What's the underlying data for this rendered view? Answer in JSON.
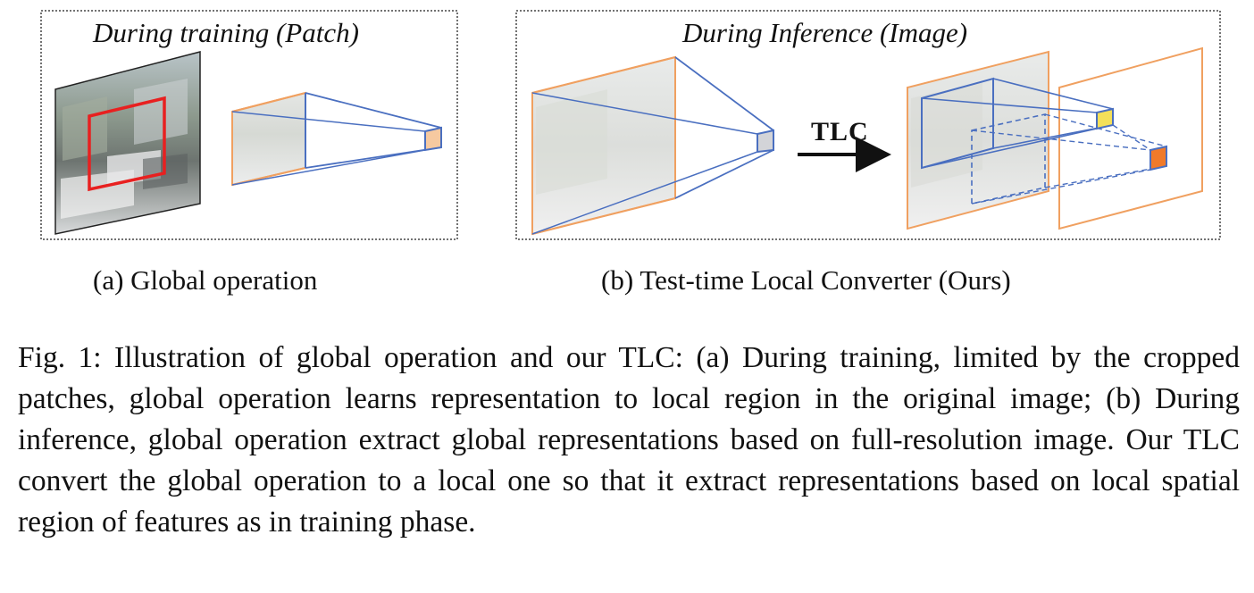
{
  "panels": {
    "a": {
      "title": "During training (Patch)",
      "caption": "(a) Global operation"
    },
    "b": {
      "title": "During Inference (Image)",
      "caption": "(b) Test-time Local Converter (Ours)",
      "arrow_label": "TLC"
    }
  },
  "figure_caption": "Fig. 1: Illustration of global operation and our TLC: (a) During training, limited by the cropped patches, global operation learns representation to local region in the original image; (b) During inference, global operation extract global representations based on full-resolution image. Our TLC convert the global operation to a local one so that it extract representations based on local spatial region of features as in training phase.",
  "colors": {
    "frame": "#444444",
    "orange": "#f0a060",
    "blue": "#4a6fc0",
    "red": "#e82020",
    "yellow": "#f4e05a",
    "deep_orange": "#f07a2a",
    "peach": "#f6c9a0"
  }
}
